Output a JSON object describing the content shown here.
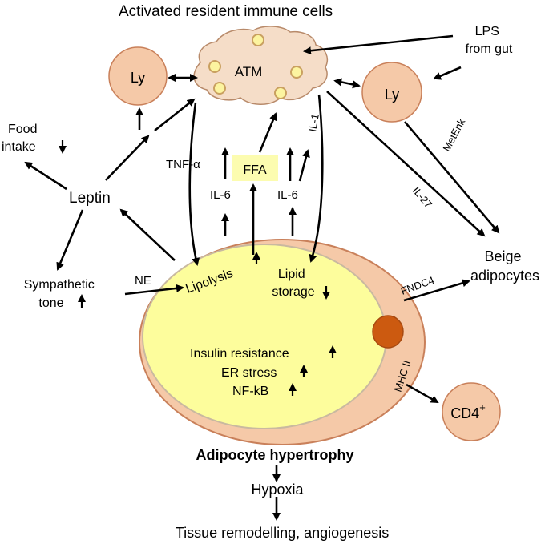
{
  "diagram": {
    "title": "Activated resident immune cells",
    "atm_label": "ATM",
    "ly_left": "Ly",
    "ly_right": "Ly",
    "lps": [
      "LPS",
      "from gut"
    ],
    "food_intake": [
      "Food",
      "intake"
    ],
    "leptin": "Leptin",
    "tnf": "TNF-α",
    "ffa": "FFA",
    "il6_left": "IL-6",
    "il6_right": "IL-6",
    "il1": "IL-1",
    "il27": "IL-27",
    "metenk": "MetEnk",
    "sympathetic": [
      "Sympathetic",
      "tone"
    ],
    "ne": "NE",
    "lipolysis": "Lipolysis",
    "lipid_storage": [
      "Lipid",
      "storage"
    ],
    "beige": [
      "Beige",
      "adipocytes"
    ],
    "fndc4": "FNDC4",
    "insulin_resistance": "Insulin resistance",
    "er_stress": "ER stress",
    "nfkb": "NF-kB",
    "mhc2": "MHC II",
    "cd4": "CD4",
    "cd4_sup": "+",
    "hypertrophy": "Adipocyte hypertrophy",
    "hypoxia": "Hypoxia",
    "remodelling": "Tissue remodelling, angiogenesis",
    "colors": {
      "cell_fill": "#f5c9a8",
      "cell_stroke": "#c9805a",
      "atm_fill": "#f5ddc8",
      "cytoplasm_fill": "#fdfd9c",
      "nucleus_fill": "#cc5a10",
      "ffa_fill": "#fcfcb0",
      "vacuole_fill": "#fcf4a0"
    }
  }
}
